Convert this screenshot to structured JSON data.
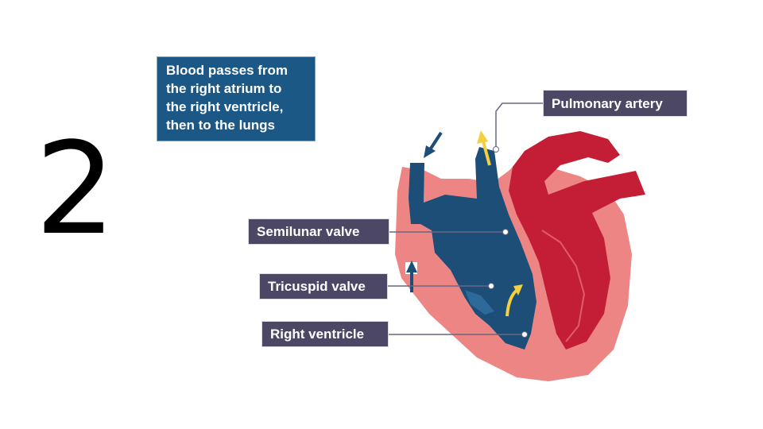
{
  "slide_number": "2",
  "info_box": {
    "lines": [
      "Blood passes from",
      "the right atrium to",
      "the right ventricle,",
      "then to the lungs"
    ]
  },
  "labels": {
    "pulmonary_artery": "Pulmonary artery",
    "semilunar_valve": "Semilunar valve",
    "tricuspid_valve": "Tricuspid valve",
    "right_ventricle": "Right ventricle"
  },
  "colors": {
    "deoxygenated_blue": "#1c4e78",
    "oxygenated_red": "#c41e36",
    "heart_muscle_pink": "#ee8585",
    "label_background": "#4c4765",
    "info_box_background": "#1c5886",
    "flow_arrow": "#f4d03f"
  }
}
